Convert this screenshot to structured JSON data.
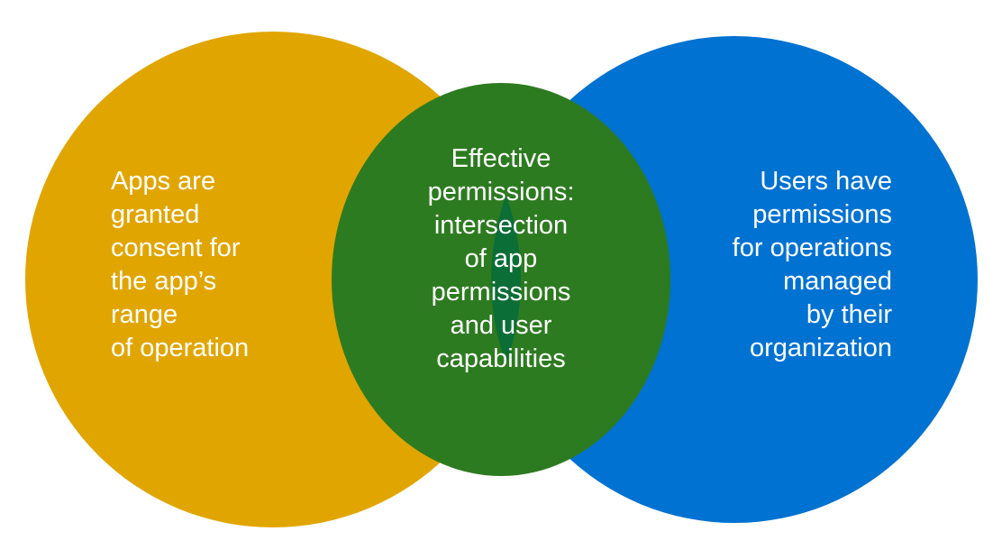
{
  "colors": {
    "apps_circle": "#E1A500",
    "users_circle": "#0072D2",
    "overlap": "#2D7B20",
    "intersection_dark": "#0C6E37",
    "text": "#FFFFFF"
  },
  "left_circle": {
    "lines": [
      "Apps are",
      "granted",
      "consent for",
      "the app’s",
      "range",
      "of operation"
    ]
  },
  "center": {
    "lines": [
      "Effective",
      "permissions:",
      "intersection",
      "of app",
      "permissions",
      "and user",
      "capabilities"
    ]
  },
  "right_circle": {
    "lines": [
      "Users have",
      "permissions",
      "for operations",
      "managed",
      "by their",
      "organization"
    ]
  }
}
